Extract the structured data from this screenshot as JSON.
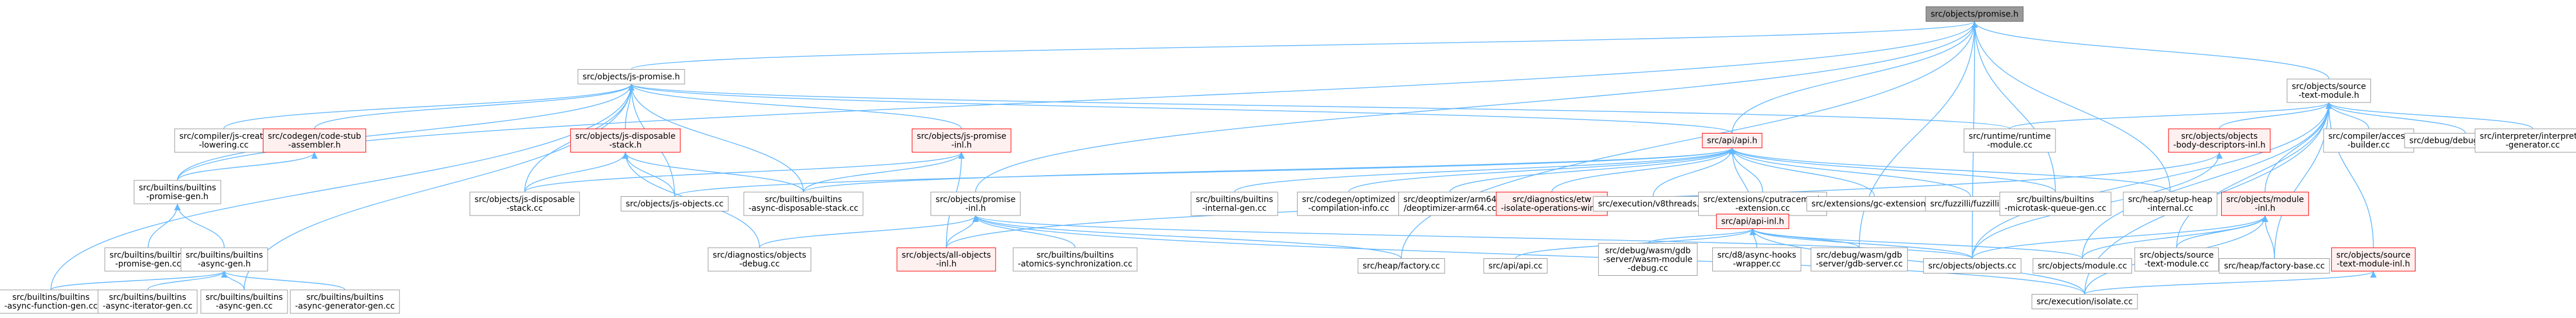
{
  "graph": {
    "nodes": [
      {
        "id": "root",
        "lines": [
          "src/objects/promise.h"
        ],
        "style": "gray"
      },
      {
        "id": "js_promise",
        "lines": [
          "src/objects/js-promise.h"
        ],
        "style": "plain"
      },
      {
        "id": "source_text",
        "lines": [
          "src/objects/source",
          "-text-module.h"
        ],
        "style": "plain"
      },
      {
        "id": "compiler_js_create",
        "lines": [
          "src/compiler/js-create",
          "-lowering.cc"
        ],
        "style": "plain"
      },
      {
        "id": "codegen_stub",
        "lines": [
          "src/codegen/code-stub",
          "-assembler.h"
        ],
        "style": "red"
      },
      {
        "id": "js_disposable_stack",
        "lines": [
          "src/objects/js-disposable",
          "-stack.h"
        ],
        "style": "red"
      },
      {
        "id": "js_promise_inl",
        "lines": [
          "src/objects/js-promise",
          "-inl.h"
        ],
        "style": "red"
      },
      {
        "id": "runtime_module",
        "lines": [
          "src/runtime/runtime",
          "-module.cc"
        ],
        "style": "plain"
      },
      {
        "id": "api_h",
        "lines": [
          "src/api/api.h"
        ],
        "style": "red"
      },
      {
        "id": "body_descriptors",
        "lines": [
          "src/objects/objects",
          "-body-descriptors-inl.h"
        ],
        "style": "red"
      },
      {
        "id": "compiler_access",
        "lines": [
          "src/compiler/access",
          "-builder.cc"
        ],
        "style": "plain"
      },
      {
        "id": "debug_scopes",
        "lines": [
          "src/debug/debug-scopes.cc"
        ],
        "style": "plain"
      },
      {
        "id": "interpreter_gen",
        "lines": [
          "src/interpreter/interpreter",
          "-generator.cc"
        ],
        "style": "plain"
      },
      {
        "id": "builtins_promise_gen_h",
        "lines": [
          "src/builtins/builtins",
          "-promise-gen.h"
        ],
        "style": "plain"
      },
      {
        "id": "js_disposable_stack_cc",
        "lines": [
          "src/objects/js-disposable",
          "-stack.cc"
        ],
        "style": "plain"
      },
      {
        "id": "js_objects_cc",
        "lines": [
          "src/objects/js-objects.cc"
        ],
        "style": "plain"
      },
      {
        "id": "builtins_async_disp",
        "lines": [
          "src/builtins/builtins",
          "-async-disposable-stack.cc"
        ],
        "style": "plain"
      },
      {
        "id": "promise_inl",
        "lines": [
          "src/objects/promise",
          "-inl.h"
        ],
        "style": "plain"
      },
      {
        "id": "builtins_internal_gen",
        "lines": [
          "src/builtins/builtins",
          "-internal-gen.cc"
        ],
        "style": "plain"
      },
      {
        "id": "codegen_optimized",
        "lines": [
          "src/codegen/optimized",
          "-compilation-info.cc"
        ],
        "style": "plain"
      },
      {
        "id": "deoptimizer_arm64",
        "lines": [
          "src/deoptimizer/arm64",
          "/deoptimizer-arm64.cc"
        ],
        "style": "plain"
      },
      {
        "id": "diagnostics_etw",
        "lines": [
          "src/diagnostics/etw",
          "-isolate-operations-win.h"
        ],
        "style": "red"
      },
      {
        "id": "execution_v8threads",
        "lines": [
          "src/execution/v8threads.cc"
        ],
        "style": "plain"
      },
      {
        "id": "extensions_cputracemark",
        "lines": [
          "src/extensions/cputracemark",
          "-extension.cc"
        ],
        "style": "plain"
      },
      {
        "id": "extensions_gc",
        "lines": [
          "src/extensions/gc-extension.cc"
        ],
        "style": "plain"
      },
      {
        "id": "fuzzilli",
        "lines": [
          "src/fuzzilli/fuzzilli.cc"
        ],
        "style": "plain"
      },
      {
        "id": "builtins_microtask",
        "lines": [
          "src/builtins/builtins",
          "-microtask-queue-gen.cc"
        ],
        "style": "plain"
      },
      {
        "id": "heap_setup_heap",
        "lines": [
          "src/heap/setup-heap",
          "-internal.cc"
        ],
        "style": "plain"
      },
      {
        "id": "objects_module_inl",
        "lines": [
          "src/objects/module",
          "-inl.h"
        ],
        "style": "red"
      },
      {
        "id": "api_inl",
        "lines": [
          "src/api/api-inl.h"
        ],
        "style": "red"
      },
      {
        "id": "builtins_promise_gen_cc",
        "lines": [
          "src/builtins/builtins",
          "-promise-gen.cc"
        ],
        "style": "plain"
      },
      {
        "id": "builtins_async_gen_h",
        "lines": [
          "src/builtins/builtins",
          "-async-gen.h"
        ],
        "style": "plain"
      },
      {
        "id": "diagnostics_objects_debug",
        "lines": [
          "src/diagnostics/objects",
          "-debug.cc"
        ],
        "style": "plain"
      },
      {
        "id": "all_objects_inl",
        "lines": [
          "src/objects/all-objects",
          "-inl.h"
        ],
        "style": "red"
      },
      {
        "id": "builtins_atomics",
        "lines": [
          "src/builtins/builtins",
          "-atomics-synchronization.cc"
        ],
        "style": "plain"
      },
      {
        "id": "heap_factory_cc",
        "lines": [
          "src/heap/factory.cc"
        ],
        "style": "plain"
      },
      {
        "id": "api_api_cc",
        "lines": [
          "src/api/api.cc"
        ],
        "style": "plain"
      },
      {
        "id": "debug_wasm_gdb_module",
        "lines": [
          "src/debug/wasm/gdb",
          "-server/wasm-module",
          "-debug.cc"
        ],
        "style": "plain"
      },
      {
        "id": "d8_async_hooks",
        "lines": [
          "src/d8/async-hooks",
          "-wrapper.cc"
        ],
        "style": "plain"
      },
      {
        "id": "debug_wasm_gdb_server",
        "lines": [
          "src/debug/wasm/gdb",
          "-server/gdb-server.cc"
        ],
        "style": "plain"
      },
      {
        "id": "objects_objects_cc",
        "lines": [
          "src/objects/objects.cc"
        ],
        "style": "plain"
      },
      {
        "id": "objects_module_cc",
        "lines": [
          "src/objects/module.cc"
        ],
        "style": "plain"
      },
      {
        "id": "source_text_cc",
        "lines": [
          "src/objects/source",
          "-text-module.cc"
        ],
        "style": "plain"
      },
      {
        "id": "heap_factory_base",
        "lines": [
          "src/heap/factory-base.cc"
        ],
        "style": "plain"
      },
      {
        "id": "source_text_inl",
        "lines": [
          "src/objects/source",
          "-text-module-inl.h"
        ],
        "style": "red"
      },
      {
        "id": "async_function_gen",
        "lines": [
          "src/builtins/builtins",
          "-async-function-gen.cc"
        ],
        "style": "plain"
      },
      {
        "id": "async_iterator_gen",
        "lines": [
          "src/builtins/builtins",
          "-async-iterator-gen.cc"
        ],
        "style": "plain"
      },
      {
        "id": "async_gen_cc",
        "lines": [
          "src/builtins/builtins",
          "-async-gen.cc"
        ],
        "style": "plain"
      },
      {
        "id": "async_generator_gen",
        "lines": [
          "src/builtins/builtins",
          "-async-generator-gen.cc"
        ],
        "style": "plain"
      },
      {
        "id": "execution_isolate",
        "lines": [
          "src/execution/isolate.cc"
        ],
        "style": "plain"
      }
    ],
    "edges": [
      [
        "root",
        "js_promise"
      ],
      [
        "root",
        "source_text"
      ],
      [
        "root",
        "api_h"
      ],
      [
        "root",
        "promise_inl"
      ],
      [
        "root",
        "heap_setup_heap"
      ],
      [
        "root",
        "builtins_promise_gen_h"
      ],
      [
        "root",
        "objects_objects_cc"
      ],
      [
        "root",
        "heap_factory_cc"
      ],
      [
        "root",
        "builtins_microtask"
      ],
      [
        "root",
        "debug_wasm_gdb_server"
      ],
      [
        "js_promise",
        "compiler_js_create"
      ],
      [
        "js_promise",
        "codegen_stub"
      ],
      [
        "js_promise",
        "js_disposable_stack"
      ],
      [
        "js_promise",
        "js_promise_inl"
      ],
      [
        "js_promise",
        "runtime_module"
      ],
      [
        "js_promise",
        "api_h"
      ],
      [
        "js_promise",
        "builtins_promise_gen_h"
      ],
      [
        "js_promise",
        "js_disposable_stack_cc"
      ],
      [
        "js_promise",
        "js_objects_cc"
      ],
      [
        "js_promise",
        "builtins_async_disp"
      ],
      [
        "js_promise",
        "async_function_gen"
      ],
      [
        "js_promise",
        "async_gen_cc"
      ],
      [
        "codegen_stub",
        "builtins_promise_gen_h"
      ],
      [
        "js_disposable_stack",
        "js_disposable_stack_cc"
      ],
      [
        "js_disposable_stack",
        "js_objects_cc"
      ],
      [
        "js_disposable_stack",
        "builtins_async_disp"
      ],
      [
        "js_disposable_stack",
        "diagnostics_objects_debug"
      ],
      [
        "js_promise_inl",
        "all_objects_inl"
      ],
      [
        "js_promise_inl",
        "builtins_async_disp"
      ],
      [
        "js_promise_inl",
        "js_disposable_stack_cc"
      ],
      [
        "source_text",
        "runtime_module"
      ],
      [
        "source_text",
        "body_descriptors"
      ],
      [
        "source_text",
        "compiler_access"
      ],
      [
        "source_text",
        "debug_scopes"
      ],
      [
        "source_text",
        "interpreter_gen"
      ],
      [
        "source_text",
        "objects_module_inl"
      ],
      [
        "source_text",
        "source_text_cc"
      ],
      [
        "source_text",
        "heap_factory_base"
      ],
      [
        "source_text",
        "source_text_inl"
      ],
      [
        "source_text",
        "objects_objects_cc"
      ],
      [
        "source_text",
        "objects_module_cc"
      ],
      [
        "source_text",
        "execution_isolate"
      ],
      [
        "api_h",
        "builtins_internal_gen"
      ],
      [
        "api_h",
        "codegen_optimized"
      ],
      [
        "api_h",
        "deoptimizer_arm64"
      ],
      [
        "api_h",
        "diagnostics_etw"
      ],
      [
        "api_h",
        "execution_v8threads"
      ],
      [
        "api_h",
        "extensions_cputracemark"
      ],
      [
        "api_h",
        "extensions_gc"
      ],
      [
        "api_h",
        "fuzzilli"
      ],
      [
        "api_h",
        "builtins_microtask"
      ],
      [
        "api_h",
        "heap_setup_heap"
      ],
      [
        "api_h",
        "api_inl"
      ],
      [
        "api_h",
        "builtins_async_disp"
      ],
      [
        "api_h",
        "js_objects_cc"
      ],
      [
        "body_descriptors",
        "objects_objects_cc"
      ],
      [
        "body_descriptors",
        "all_objects_inl"
      ],
      [
        "builtins_promise_gen_h",
        "builtins_promise_gen_cc"
      ],
      [
        "builtins_promise_gen_h",
        "builtins_async_gen_h"
      ],
      [
        "builtins_async_gen_h",
        "async_function_gen"
      ],
      [
        "builtins_async_gen_h",
        "async_iterator_gen"
      ],
      [
        "builtins_async_gen_h",
        "async_gen_cc"
      ],
      [
        "builtins_async_gen_h",
        "async_generator_gen"
      ],
      [
        "promise_inl",
        "diagnostics_objects_debug"
      ],
      [
        "promise_inl",
        "all_objects_inl"
      ],
      [
        "promise_inl",
        "builtins_atomics"
      ],
      [
        "promise_inl",
        "heap_factory_cc"
      ],
      [
        "promise_inl",
        "objects_objects_cc"
      ],
      [
        "promise_inl",
        "execution_isolate"
      ],
      [
        "api_inl",
        "api_api_cc"
      ],
      [
        "api_inl",
        "debug_wasm_gdb_module"
      ],
      [
        "api_inl",
        "d8_async_hooks"
      ],
      [
        "api_inl",
        "debug_wasm_gdb_server"
      ],
      [
        "api_inl",
        "objects_objects_cc"
      ],
      [
        "api_inl",
        "objects_module_cc"
      ],
      [
        "api_inl",
        "execution_isolate"
      ],
      [
        "objects_module_inl",
        "objects_module_cc"
      ],
      [
        "objects_module_inl",
        "source_text_cc"
      ],
      [
        "objects_module_inl",
        "heap_factory_base"
      ],
      [
        "objects_module_inl",
        "objects_objects_cc"
      ],
      [
        "objects_module_inl",
        "execution_isolate"
      ],
      [
        "source_text_inl",
        "execution_isolate"
      ]
    ]
  }
}
